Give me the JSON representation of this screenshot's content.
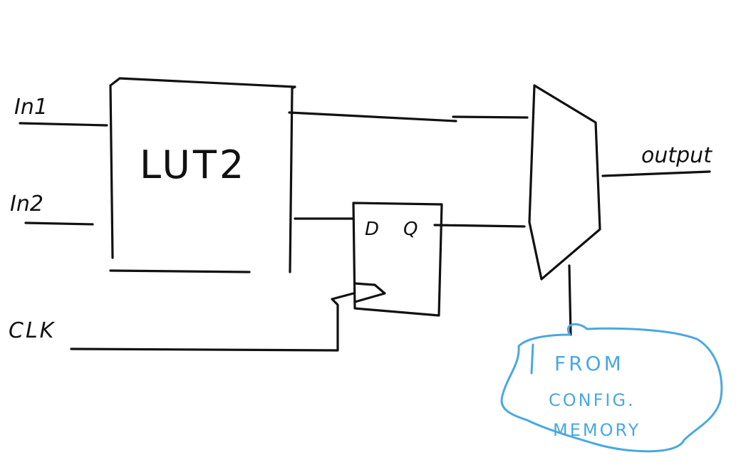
{
  "labels": {
    "in1": "In1",
    "in2": "In2",
    "clk": "CLK",
    "output": "output",
    "lut": "LUT2",
    "ff_d": "D",
    "ff_q": "Q"
  },
  "config_note": {
    "line1": "FROM",
    "line2": "CONFIG.",
    "line3": "MEMORY"
  },
  "colors": {
    "ink": "#111111",
    "note": "#4aa8e0"
  }
}
